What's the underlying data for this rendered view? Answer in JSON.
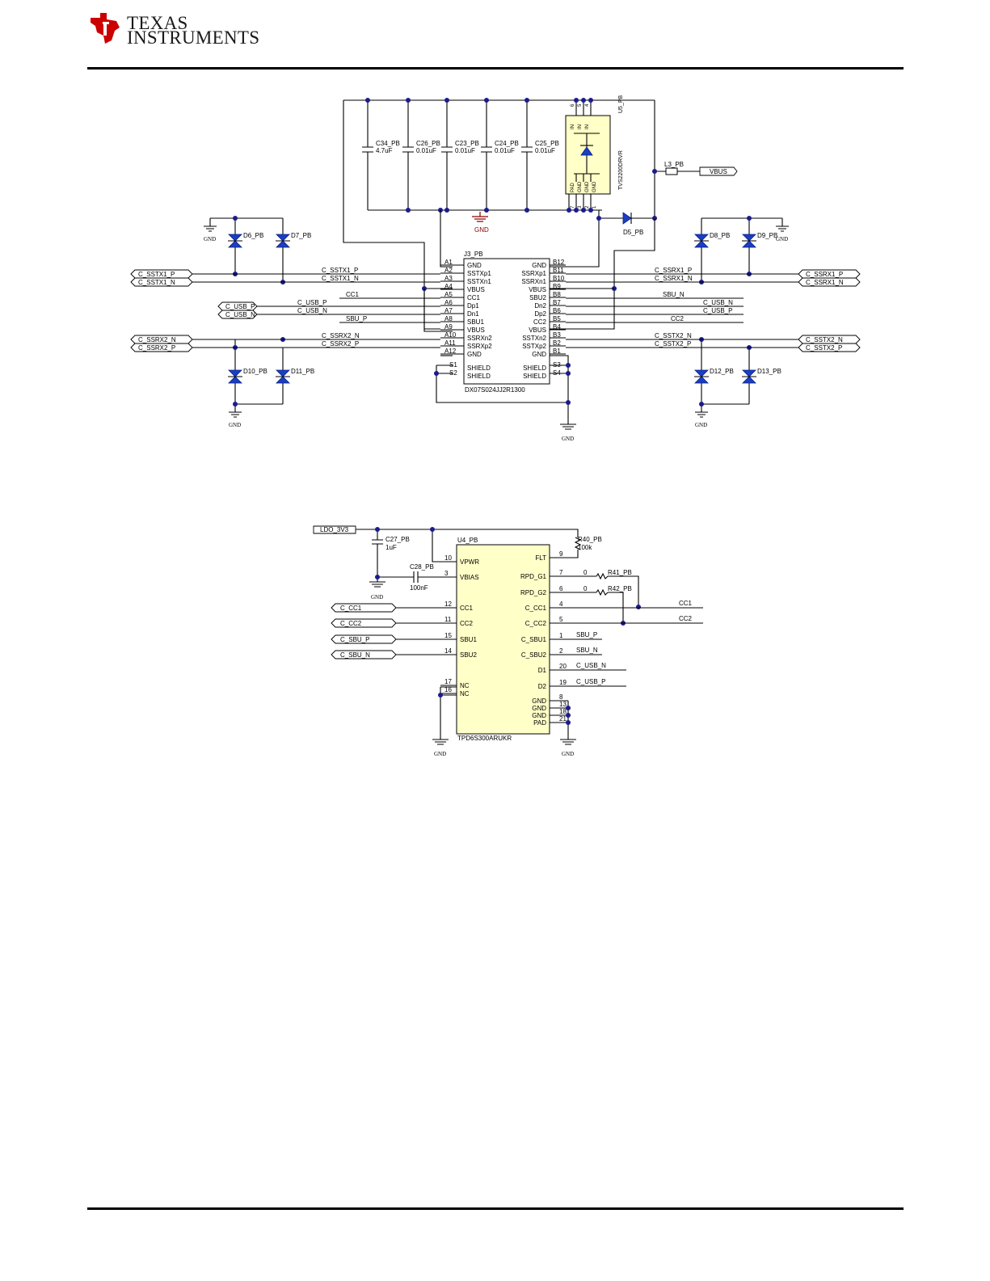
{
  "brand": {
    "line1": "Texas",
    "line2": "Instruments",
    "logo_icon": "ti-logo-icon",
    "color": "#cc0000"
  },
  "connector": {
    "ref": "J3_PB",
    "part": "DX07S024JJ2R1300",
    "left_pins": [
      {
        "num": "A1",
        "name": "GND"
      },
      {
        "num": "A2",
        "name": "SSTXp1"
      },
      {
        "num": "A3",
        "name": "SSTXn1"
      },
      {
        "num": "A4",
        "name": "VBUS"
      },
      {
        "num": "A5",
        "name": "CC1"
      },
      {
        "num": "A6",
        "name": "Dp1"
      },
      {
        "num": "A7",
        "name": "Dn1"
      },
      {
        "num": "A8",
        "name": "SBU1"
      },
      {
        "num": "A9",
        "name": "VBUS"
      },
      {
        "num": "A10",
        "name": "SSRXn2"
      },
      {
        "num": "A11",
        "name": "SSRXp2"
      },
      {
        "num": "A12",
        "name": "GND"
      }
    ],
    "right_pins": [
      {
        "num": "B12",
        "name": "GND"
      },
      {
        "num": "B11",
        "name": "SSRXp1"
      },
      {
        "num": "B10",
        "name": "SSRXn1"
      },
      {
        "num": "B9",
        "name": "VBUS"
      },
      {
        "num": "B8",
        "name": "SBU2"
      },
      {
        "num": "B7",
        "name": "Dn2"
      },
      {
        "num": "B6",
        "name": "Dp2"
      },
      {
        "num": "B5",
        "name": "CC2"
      },
      {
        "num": "B4",
        "name": "VBUS"
      },
      {
        "num": "B3",
        "name": "SSTXn2"
      },
      {
        "num": "B2",
        "name": "SSTXp2"
      },
      {
        "num": "B1",
        "name": "GND"
      }
    ],
    "shield_left": [
      {
        "num": "S1",
        "name": "SHIELD"
      },
      {
        "num": "S2",
        "name": "SHIELD"
      }
    ],
    "shield_right": [
      {
        "num": "S3",
        "name": "SHIELD"
      },
      {
        "num": "S4",
        "name": "SHIELD"
      }
    ]
  },
  "capacitors": [
    {
      "ref": "C34_PB",
      "value": "4.7uF"
    },
    {
      "ref": "C26_PB",
      "value": "0.01uF"
    },
    {
      "ref": "C23_PB",
      "value": "0.01uF"
    },
    {
      "ref": "C24_PB",
      "value": "0.01uF"
    },
    {
      "ref": "C25_PB",
      "value": "0.01uF"
    }
  ],
  "tvs": {
    "ref": "U5_PB",
    "part": "TVS2200DRVR",
    "top_pins": [
      "6",
      "5",
      "4"
    ],
    "top_names": [
      "IN",
      "IN",
      "IN"
    ],
    "bottom_names": [
      "PAD",
      "GND",
      "GND",
      "GND"
    ],
    "bottom_pins": [
      "7",
      "3",
      "2",
      "1"
    ]
  },
  "inductor": {
    "ref": "L3_PB"
  },
  "vbus_tag": "VBUS",
  "d5": "D5_PB",
  "gnd": "GND",
  "diodes": [
    "D6_PB",
    "D7_PB",
    "D8_PB",
    "D9_PB",
    "D10_PB",
    "D11_PB",
    "D12_PB",
    "D13_PB"
  ],
  "left_ports": [
    "C_SSTX1_P",
    "C_SSTX1_N",
    "C_USB_P",
    "C_USB_N",
    "C_SSRX2_N",
    "C_SSRX2_P"
  ],
  "right_ports": [
    "C_SSRX1_P",
    "C_SSRX1_N",
    "C_SSTX2_N",
    "C_SSTX2_P"
  ],
  "left_nets": [
    "C_SSTX1_P",
    "C_SSTX1_N",
    "CC1",
    "C_USB_P",
    "C_USB_N",
    "SBU_P",
    "C_SSRX2_N",
    "C_SSRX2_P"
  ],
  "right_nets": [
    "C_SSRX1_P",
    "C_SSRX1_N",
    "SBU_N",
    "C_USB_N",
    "C_USB_P",
    "CC2",
    "C_SSTX2_N",
    "C_SSTX2_P"
  ],
  "u4": {
    "ref": "U4_PB",
    "part": "TPD6S300ARUKR",
    "left_pins": [
      {
        "num": "10",
        "name": "VPWR"
      },
      {
        "num": "3",
        "name": "VBIAS"
      },
      {
        "num": "12",
        "name": "CC1"
      },
      {
        "num": "11",
        "name": "CC2"
      },
      {
        "num": "15",
        "name": "SBU1"
      },
      {
        "num": "14",
        "name": "SBU2"
      },
      {
        "num": "17",
        "name": "NC"
      },
      {
        "num": "16",
        "name": "NC"
      }
    ],
    "right_pins": [
      {
        "num": "9",
        "name": "FLT"
      },
      {
        "num": "7",
        "name": "RPD_G1"
      },
      {
        "num": "6",
        "name": "RPD_G2"
      },
      {
        "num": "4",
        "name": "C_CC1"
      },
      {
        "num": "5",
        "name": "C_CC2"
      },
      {
        "num": "1",
        "name": "C_SBU1"
      },
      {
        "num": "2",
        "name": "C_SBU2"
      },
      {
        "num": "20",
        "name": "D1"
      },
      {
        "num": "19",
        "name": "D2"
      },
      {
        "num": "8",
        "name": "GND"
      },
      {
        "num": "13",
        "name": "GND"
      },
      {
        "num": "18",
        "name": "GND"
      },
      {
        "num": "21",
        "name": "PAD"
      }
    ]
  },
  "ldo_tag": "LDO_3V3",
  "c27": {
    "ref": "C27_PB",
    "value": "1uF"
  },
  "c28": {
    "ref": "C28_PB",
    "value": "100nF"
  },
  "r40": {
    "ref": "R40_PB",
    "value": "100k"
  },
  "r41": {
    "ref": "R41_PB",
    "value": "0"
  },
  "r42": {
    "ref": "R42_PB",
    "value": "0"
  },
  "u4_left_ports": [
    "C_CC1",
    "C_CC2",
    "C_SBU_P",
    "C_SBU_N"
  ],
  "u4_right_nets": [
    "CC1",
    "CC2",
    "SBU_P",
    "SBU_N",
    "C_USB_N",
    "C_USB_P"
  ]
}
